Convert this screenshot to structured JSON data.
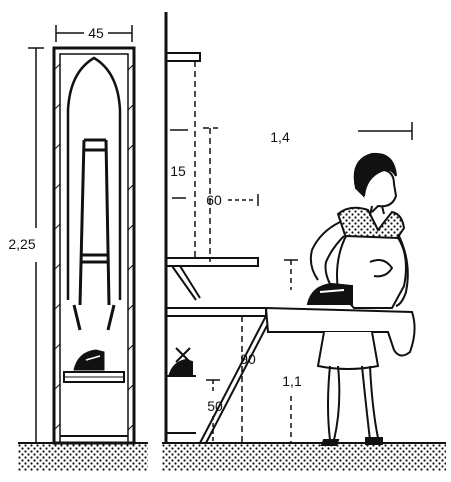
{
  "dimensions": {
    "cabinet_width": "45",
    "cabinet_height": "2,25",
    "shelf_spacing": "15",
    "shelf_depth": "60",
    "standing_space": "1,4",
    "board_height": "90",
    "iron_height": "1,1",
    "low_shelf_height": "50"
  },
  "colors": {
    "ink": "#111111",
    "paper": "#ffffff"
  }
}
